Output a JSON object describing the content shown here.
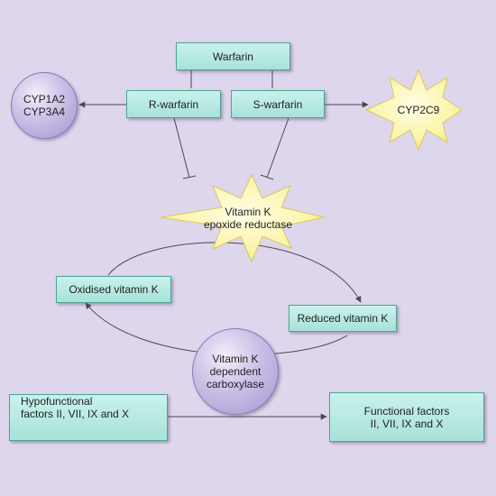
{
  "nodes": {
    "warfarin": "Warfarin",
    "r_warfarin": "R-warfarin",
    "s_warfarin": "S-warfarin",
    "cyp1a2": "CYP1A2",
    "cyp3a4": "CYP3A4",
    "cyp2c9": "CYP2C9",
    "vkor_line1": "Vitamin K",
    "vkor_line2": "epoxide reductase",
    "oxidised_vk": "Oxidised vitamin K",
    "reduced_vk": "Reduced vitamin K",
    "carboxylase_line1": "Vitamin K",
    "carboxylase_line2": "dependent",
    "carboxylase_line3": "carboxylase",
    "hypo_line1": "Hypofunctional",
    "hypo_line2": "factors II, VII, IX and X",
    "func_line1": "Functional factors",
    "func_line2": "II, VII, IX and X"
  },
  "colors": {
    "background": "#ddd6ec",
    "box_fill": "#b5e8df",
    "box_border": "#4fa394",
    "circle_fill": "#c4b6e3",
    "star_fill": "#fbf6b4",
    "connector": "#4a4a4a"
  }
}
